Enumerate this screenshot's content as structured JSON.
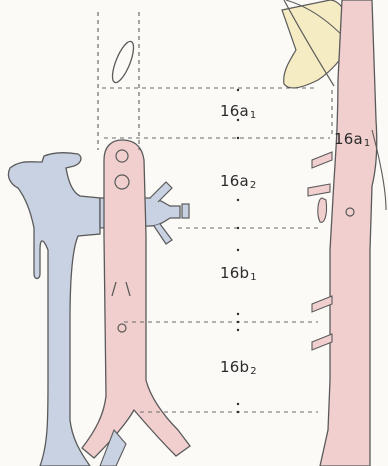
{
  "figure": {
    "labels": {
      "a1_left": {
        "main": "16a",
        "sub": "1"
      },
      "a2": {
        "main": "16a",
        "sub": "2"
      },
      "b1": {
        "main": "16b",
        "sub": "1"
      },
      "b2": {
        "main": "16b",
        "sub": "2"
      },
      "a1_right": {
        "main": "16a",
        "sub": "1"
      }
    },
    "colors": {
      "aorta": "#f2cfcf",
      "vena_cava": "#c9d2e3",
      "outline": "#5a5a5a",
      "guide_line": "#6b6b6b",
      "background": "#fbfaf7",
      "crus": "#f6ecc3"
    },
    "icons": {
      "left_view": "frontal-vessel-diagram",
      "right_view": "lateral-vessel-diagram"
    }
  }
}
